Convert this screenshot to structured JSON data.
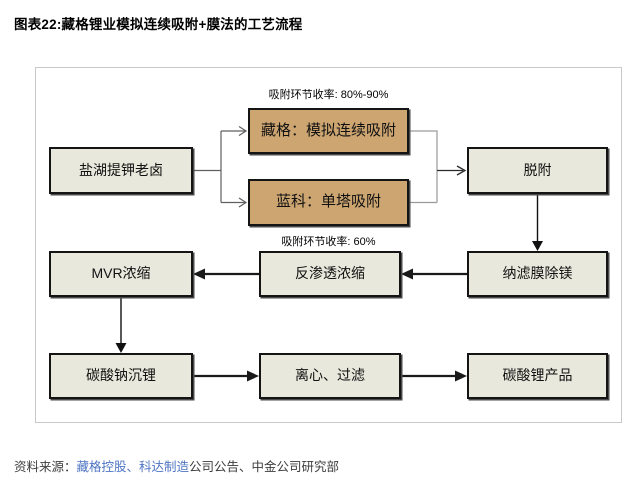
{
  "title": "图表22:藏格锂业模拟连续吸附+膜法的工艺流程",
  "colors": {
    "tan_box_fill": "#cda571",
    "beige_box_fill": "#e8e8dc",
    "box_border": "#141414",
    "panel_border": "#c9c9c9",
    "link_blue": "#4e74c2",
    "arrow_black": "#1a1a1a"
  },
  "diagram": {
    "yield_top_label": "吸附环节收率: 80%-90%",
    "yield_bottom_label": "吸附环节收率: 60%",
    "boxes": {
      "brine": "盐湖提钾老卤",
      "zangge": "藏格：模拟连续吸附",
      "lanke": "蓝科：单塔吸附",
      "desorption": "脱附",
      "mvr": "MVR浓缩",
      "reverse_osmosis": "反渗透浓缩",
      "nanofiltration": "纳滤膜除镁",
      "sodium_carbonate": "碳酸钠沉锂",
      "centrifuge": "离心、过滤",
      "product": "碳酸锂产品"
    },
    "edges": [
      "盐湖提钾老卤 → 藏格：模拟连续吸附",
      "盐湖提钾老卤 → 蓝科：单塔吸附",
      "藏格：模拟连续吸附 → 脱附",
      "蓝科：单塔吸附 → 脱附",
      "脱附 → 纳滤膜除镁",
      "纳滤膜除镁 → 反渗透浓缩",
      "反渗透浓缩 → MVR浓缩",
      "MVR浓缩 → 碳酸钠沉锂",
      "碳酸钠沉锂 → 离心、过滤",
      "离心、过滤 → 碳酸锂产品"
    ]
  },
  "footer": {
    "prefix": "资料来源：",
    "links": "藏格控股、科达制造",
    "suffix": "公司公告、中金公司研究部"
  }
}
